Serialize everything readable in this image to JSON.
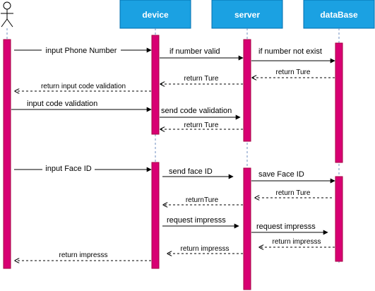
{
  "participants": {
    "actor": {
      "name": "",
      "icon": "stick-figure-actor-icon"
    },
    "device": {
      "name": "device"
    },
    "server": {
      "name": "server"
    },
    "database": {
      "name": "dataBase"
    }
  },
  "messages": {
    "m1": "input Phone Number",
    "m2": "if number valid",
    "m3": "if number not exist",
    "m4": "return Ture",
    "m5": "return Ture",
    "m6": "return input  code validation",
    "m7": "input  code validation",
    "m8": "send code validation",
    "m9": "return Ture",
    "m10": "input Face ID",
    "m11": "send face ID",
    "m12": "save Face ID",
    "m13": "return Ture",
    "m14": "returnTure",
    "m15": "request impresss",
    "m16": "request impresss",
    "m17": "return impresss",
    "m18": "return impresss",
    "m19": "return impresss"
  },
  "colors": {
    "header_fill": "#1ba1e2",
    "header_stroke": "#006eaf",
    "activation_fill": "#d80073",
    "activation_stroke": "#a50040",
    "lifeline": "#6c8ebf",
    "arrow": "#000000"
  }
}
